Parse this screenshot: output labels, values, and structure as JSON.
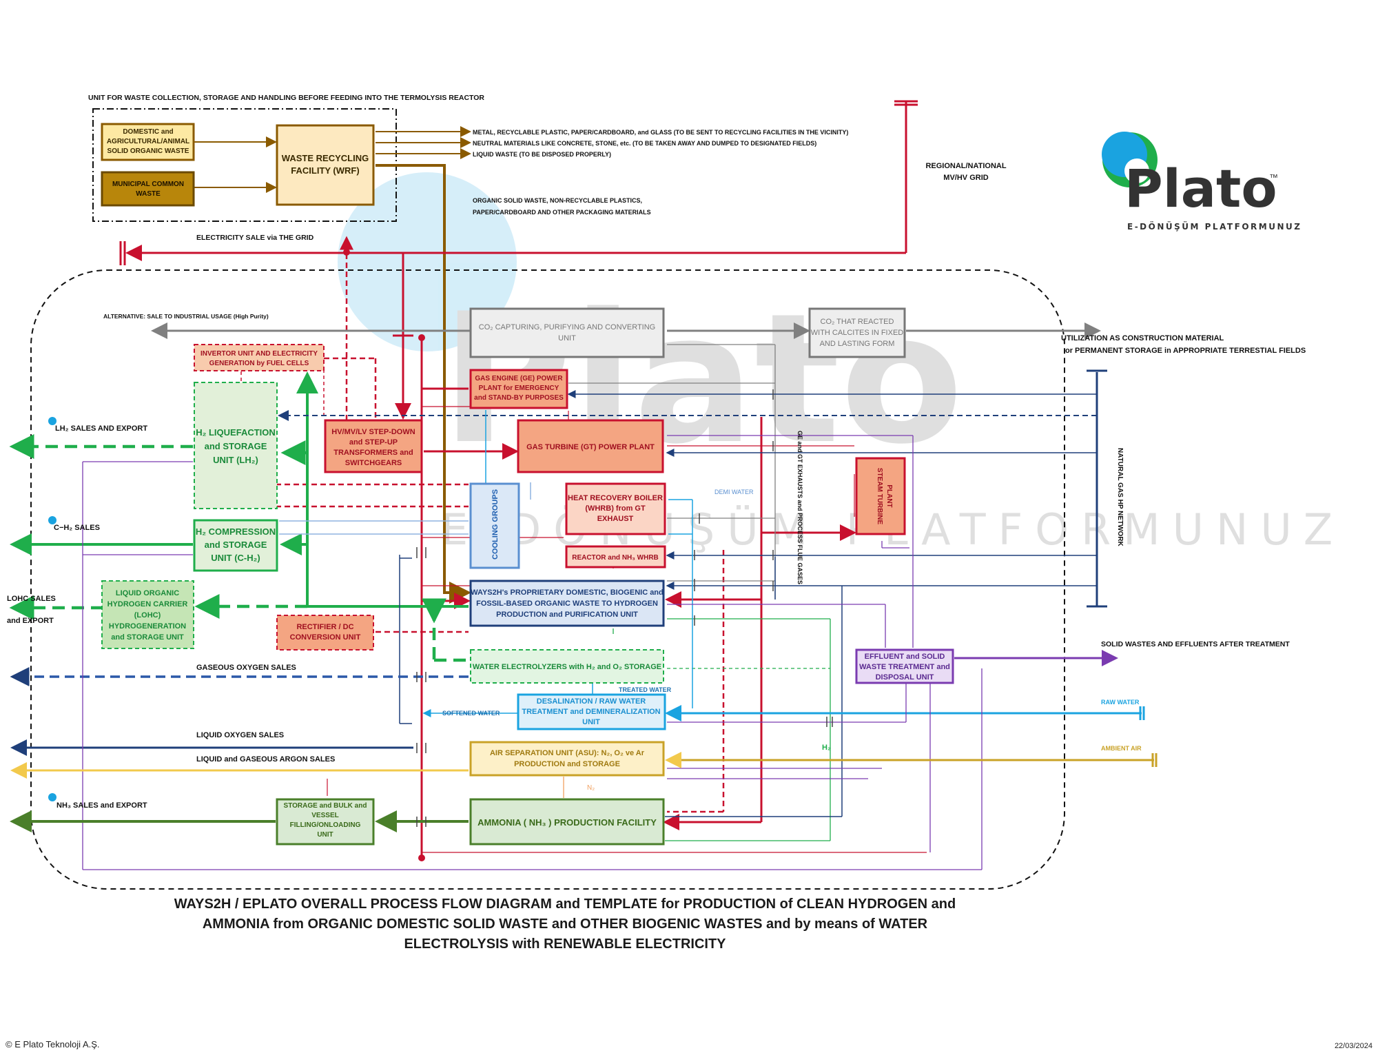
{
  "labels": {
    "waste_unit_header": "UNIT FOR WASTE COLLECTION, STORAGE AND HANDLING BEFORE FEEDING INTO THE TERMOLYSIS REACTOR",
    "domestic_waste": [
      "DOMESTIC and",
      "AGRICULTURAL/ANIMAL",
      "SOLID ORGANIC WASTE"
    ],
    "municipal_waste": [
      "MUNICIPAL COMMON",
      "WASTE"
    ],
    "wrf": [
      "WASTE RECYCLING",
      "FACILITY (WRF)"
    ],
    "wrf_out_1": "METAL, RECYCLABLE PLASTIC,  PAPER/CARDBOARD, and GLASS (TO BE SENT TO RECYCLING FACILITIES IN THE VICINITY)",
    "wrf_out_2": "NEUTRAL MATERIALS LIKE CONCRETE, STONE, etc. (TO BE TAKEN AWAY AND DUMPED TO DESIGNATED FIELDS)",
    "wrf_out_3": "LIQUID WASTE (TO BE DISPOSED PROPERLY)",
    "organic_solid": [
      "ORGANIC SOLID WASTE, NON-RECYCLABLE PLASTICS,",
      "PAPER/CARDBOARD AND OTHER PACKAGING MATERIALS"
    ],
    "grid": [
      "REGIONAL/NATIONAL",
      "MV/HV GRID"
    ],
    "electricity_sale": "ELECTRICITY SALE via THE GRID",
    "alternative_sale": "ALTERNATIVE:  SALE TO INDUSTRIAL USAGE (High Purity)",
    "co2_capture": [
      "CO₂ CAPTURING, PURIFYING AND CONVERTING",
      "UNIT"
    ],
    "co2_calcite": [
      "CO₂ THAT REACTED",
      "WITH CALCITES IN FIXED",
      "AND LASTING FORM"
    ],
    "utilization": [
      "UTILIZATION AS CONSTRUCTION MATERIAL",
      "or PERMANENT STORAGE in APPROPRIATE TERRESTIAL FIELDS"
    ],
    "inverter": [
      "INVERTOR UNIT AND ELECTRICITY",
      "GENERATION by FUEL CELLS"
    ],
    "gas_engine": [
      "GAS ENGINE (GE) POWER",
      "PLANT for EMERGENCY",
      "and STAND-BY PURPOSES"
    ],
    "lh2_sales": "LH₂ SALES AND EXPORT",
    "h2_liquefaction": [
      "H₂ LIQUEFACTION",
      "and STORAGE",
      "UNIT  (LH₂)"
    ],
    "transformers": [
      "HV/MV/LV STEP-DOWN",
      "and STEP-UP",
      "TRANSFORMERS and",
      "SWITCHGEARS"
    ],
    "gas_turbine": "GAS TURBINE (GT) POWER PLANT",
    "ge_gt_exhaust": "GE and GT EXHAUSTS and PROCESS FLUE GASES",
    "steam_turbine": [
      "STEAM TURBINE",
      "PLANT"
    ],
    "natural_gas": "NATURAL GAS HP NETWORK",
    "cooling_groups": "COOLING GROUPS",
    "whrb": [
      "HEAT RECOVERY BOILER",
      "(WHRB) from GT",
      "EXHAUST"
    ],
    "demi_water": "DEMI WATER",
    "ch2_sales": "C−H₂ SALES",
    "h2_compression": [
      "H₂ COMPRESSION",
      "and STORAGE",
      "UNIT (C-H₂)"
    ],
    "reactor": "REACTOR and NH₃ WHRB",
    "lohc_sales": [
      "LOHC SALES",
      "and EXPORT"
    ],
    "lohc": [
      "LIQUID ORGANIC",
      "HYDROGEN CARRIER",
      "(LOHC)",
      "HYDROGENERATION",
      "and STORAGE UNIT"
    ],
    "ways2h": [
      "WAYS2H's PROPRIETARY DOMESTIC, BIOGENIC and",
      "FOSSIL-BASED ORGANIC WASTE TO HYDROGEN",
      "PRODUCTION and PURIFICATION UNIT"
    ],
    "rectifier": [
      "RECTIFIER / DC",
      "CONVERSION UNIT"
    ],
    "effluent": [
      "EFFLUENT and SOLID",
      "WASTE TREATMENT and",
      "DISPOSAL UNIT"
    ],
    "solid_wastes": "SOLID WASTES AND EFFLUENTS AFTER TREATMENT",
    "gaseous_oxygen": "GASEOUS OXYGEN SALES",
    "water_electrolyzers": "WATER ELECTROLYZERS with H₂ and O₂ STORAGE",
    "treated_water": "TREATED WATER",
    "softened_water": "SOFTENED WATER",
    "desalination": [
      "DESALINATION / RAW WATER",
      "TREATMENT and DEMINERALIZATION",
      "UNIT"
    ],
    "raw_water": "RAW WATER",
    "liquid_oxygen": "LIQUID OXYGEN SALES",
    "argon_sales": "LIQUID and GASEOUS ARGON SALES",
    "asu": [
      "AIR SEPARATION UNIT (ASU): N₂, O₂ ve Ar",
      "PRODUCTION and STORAGE"
    ],
    "ambient_air": "AMBIENT AIR",
    "h2_label": "H₂",
    "n2_label": "N₂",
    "nh3_sales": "NH₃ SALES and EXPORT",
    "storage_bulk": [
      "STORAGE and BULK and",
      "VESSEL",
      "FILLING/ONLOADING",
      "UNIT"
    ],
    "ammonia": "AMMONIA ( NH₃ ) PRODUCTION FACILITY"
  },
  "logo": {
    "name": "Plato",
    "tagline": "E-DÖNÜŞÜM PLATFORMUNUZ",
    "mark": "™"
  },
  "title_lines": [
    "WAYS2H / EPLATO OVERALL PROCESS FLOW DIAGRAM and TEMPLATE for PRODUCTION of CLEAN HYDROGEN and",
    "AMMONIA from ORGANIC DOMESTIC SOLID WASTE and OTHER BIOGENIC WASTES and by means of WATER",
    "ELECTROLYSIS with RENEWABLE ELECTRICITY"
  ],
  "footer": {
    "copyright": "© E Plato Teknoloji A.Ş.",
    "date": "22/03/2024"
  },
  "colors": {
    "power": "#c8102e",
    "hydrogen": "#1fae4b",
    "gas": "#1f3f7a",
    "water": "#1aa3e0",
    "waste": "#8a5a00",
    "co2": "#808080",
    "effluent": "#7a3bb0",
    "air": "#c9a227",
    "ammonia": "#4a7f2a"
  }
}
